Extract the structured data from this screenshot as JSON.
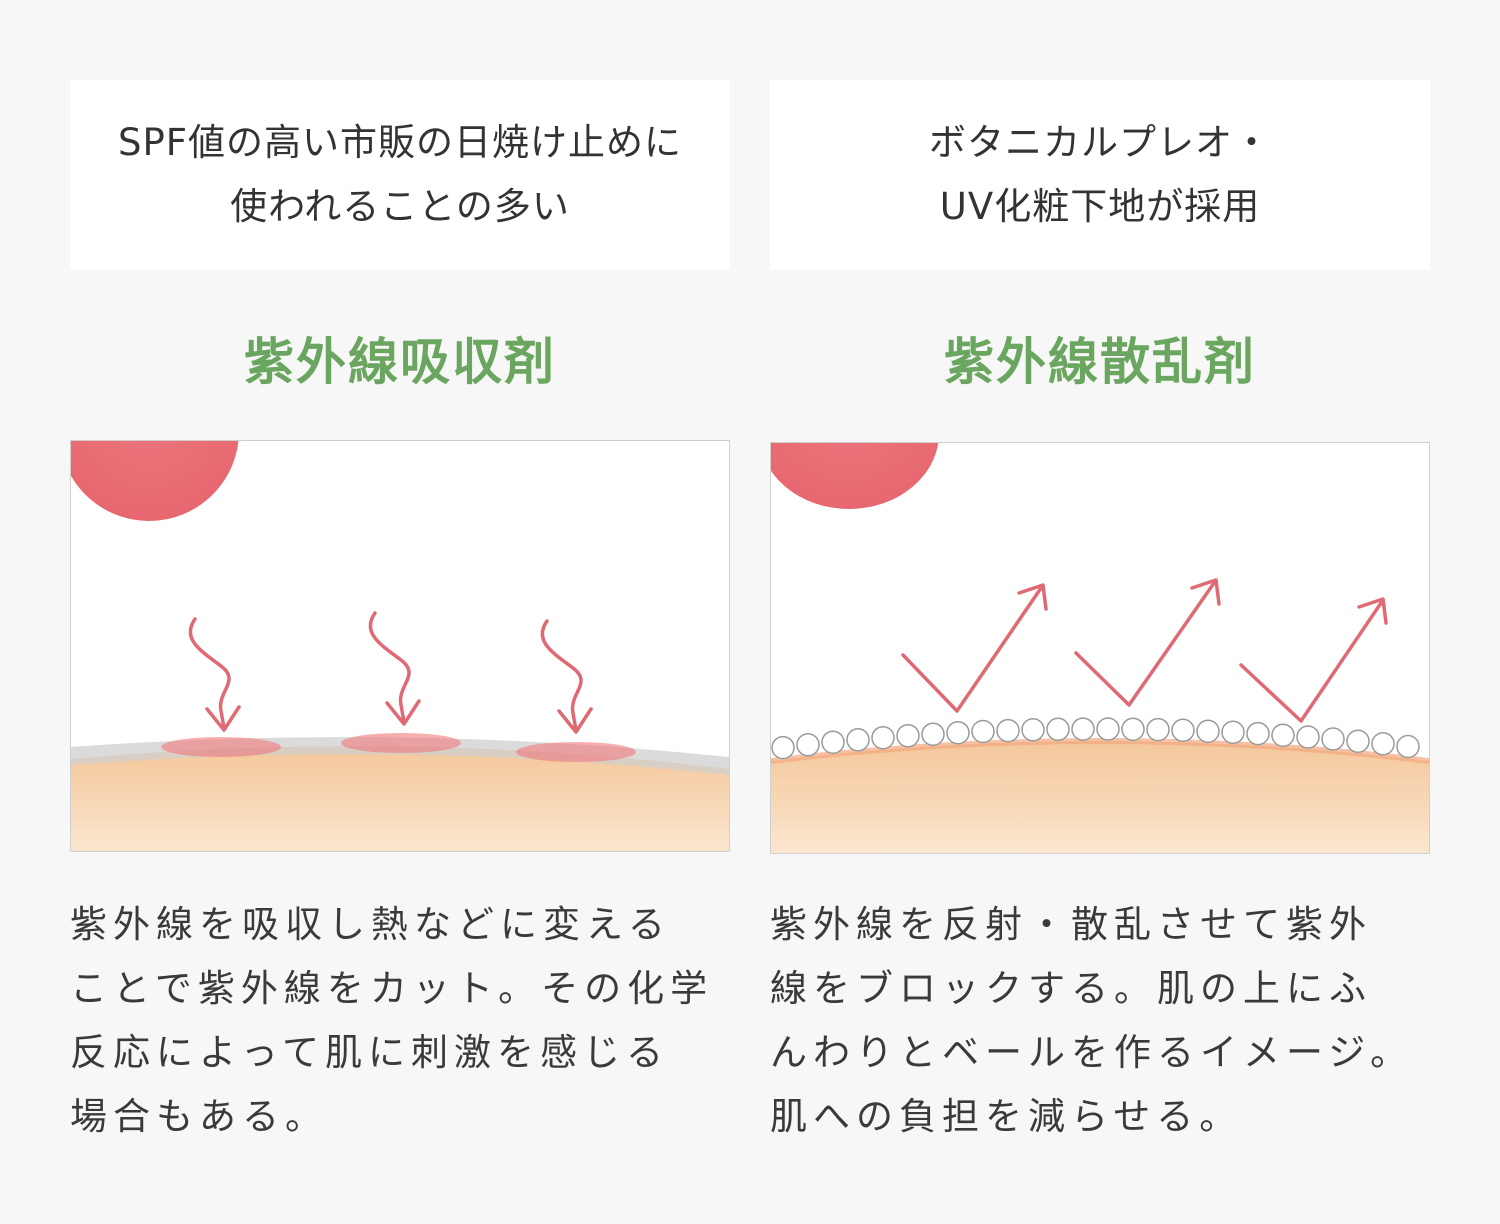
{
  "left": {
    "header_lines": [
      "SPF値の高い市販の日焼け止めに",
      "使われることの多い"
    ],
    "title": "紫外線吸収剤",
    "desc_lines": [
      "紫外線を吸収し熱などに変える",
      "ことで紫外線をカット。その化学",
      "反応によって肌に刺激を感じる",
      "場合もある。"
    ]
  },
  "right": {
    "header_lines": [
      "ボタニカルプレオ・",
      "UV化粧下地が採用"
    ],
    "title": "紫外線散乱剤",
    "desc_lines": [
      "紫外線を反射・散乱させて紫外",
      "線をブロックする。肌の上にふ",
      "んわりとベールを作るイメージ。",
      "肌への負担を減らせる。"
    ]
  },
  "colors": {
    "accent_green": "#6aa65f",
    "sun_red": "#e8626a",
    "arrow_red": "#e06a74",
    "skin": "#f6d2a8"
  }
}
